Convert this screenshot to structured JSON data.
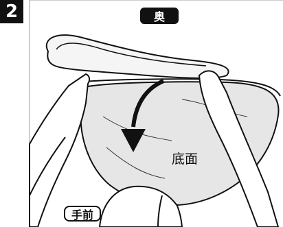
{
  "step": {
    "number": "2"
  },
  "labels": {
    "back": "奥",
    "front": "手前",
    "bottom_surface": "底面"
  },
  "colors": {
    "badge": "#111111",
    "fabric_fill": "#e6e6e6",
    "line": "#111111",
    "arrow": "#111111"
  }
}
